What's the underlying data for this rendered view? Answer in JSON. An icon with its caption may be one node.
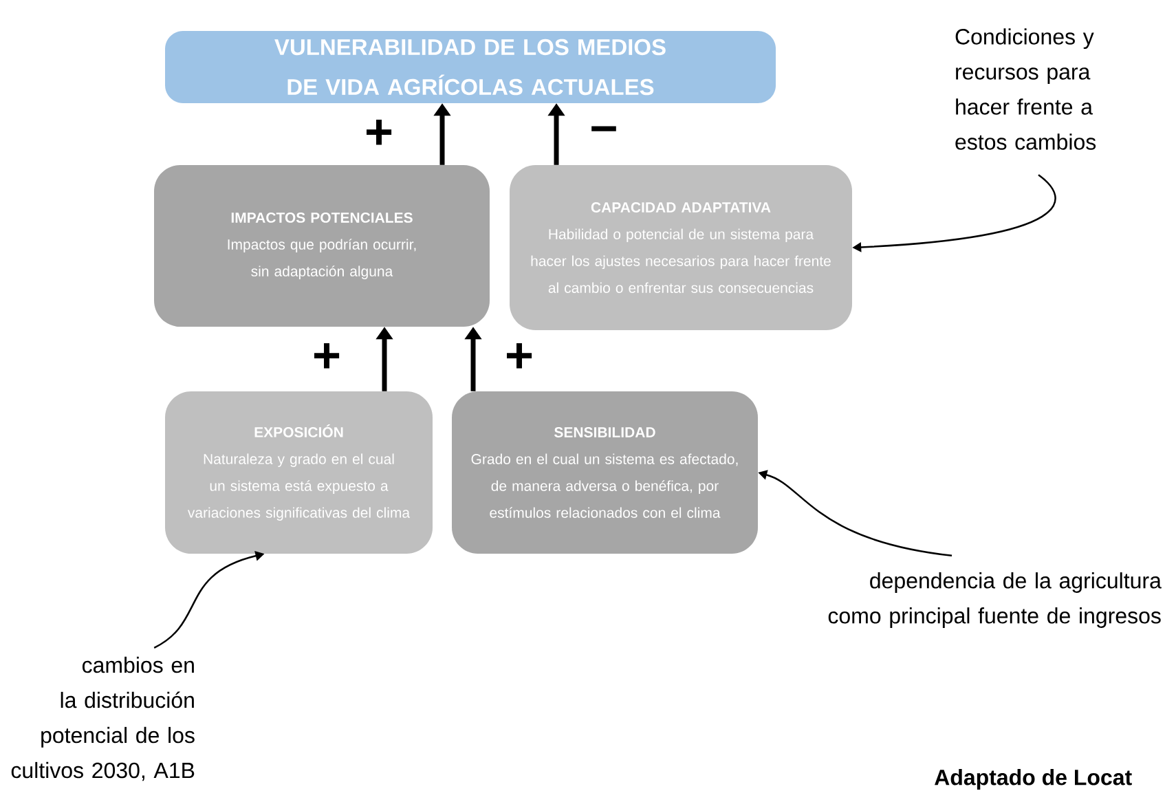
{
  "diagram": {
    "nodes": [
      {
        "text": [
          "VULNERABILIDAD DE LOS MEDIOS DE VIDA AGRÍCOLAS ACTUALES"
        ]
      },
      {
        "text": [
          "IMPACTOS POTENCIALES",
          "Impactos que podrían ocurrir, sin adaptación alguna"
        ]
      },
      {
        "text": [
          "CAPACIDAD ADAPTATIVA",
          "Habilidad o potencial de un sistema para hacer los ajustes necesarios para hacer frente al cambio o enfrentar sus consecuencias"
        ]
      },
      {
        "text": [
          "EXPOSICIÓN",
          "Naturaleza y grado en el cual un sistema está expuesto a variaciones significativas del clima"
        ]
      },
      {
        "text": [
          "SENSIBILIDAD",
          "Grado en el cual un sistema es afectado, de manera adversa o benéfica, por estímulos relacionados con el clima"
        ]
      },
      {
        "text": [
          "Condiciones y recursos para hacer frente a estos cambios"
        ]
      },
      {
        "text": [
          "dependencia de la agricultura como principal fuente de ingresos"
        ]
      },
      {
        "text": [
          "cambios en la distribución potencial de los cultivos 2030, A1B"
        ]
      }
    ],
    "edges": [
      {
        "from": 1,
        "to": 0,
        "arrow": "to",
        "label": "+"
      },
      {
        "from": 2,
        "to": 0,
        "arrow": "to",
        "label": "–"
      },
      {
        "from": 3,
        "to": 1,
        "arrow": "to",
        "label": "+"
      },
      {
        "from": 4,
        "to": 1,
        "arrow": "to",
        "label": "+"
      },
      {
        "from": 5,
        "to": 2,
        "arrow": "to"
      },
      {
        "from": 6,
        "to": 4,
        "arrow": "to"
      },
      {
        "from": 7,
        "to": 3,
        "arrow": "to"
      }
    ],
    "labels": [
      "Adaptado de Locat"
    ]
  }
}
